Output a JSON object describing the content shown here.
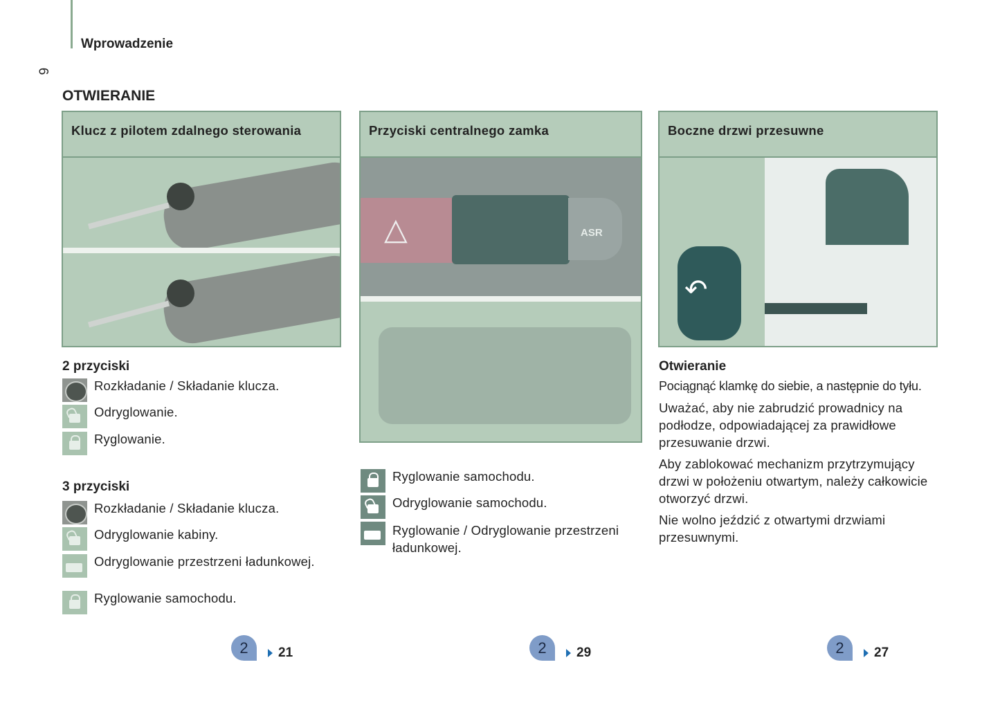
{
  "header": {
    "section": "Wprowadzenie",
    "page_number": "6"
  },
  "title": "OTWIERANIE",
  "col1": {
    "heading": "Klucz z pilotem zdalnego sterowania",
    "group1": {
      "title": "2 przyciski",
      "items": [
        "Rozkładanie / Składanie klucza.",
        "Odryglowanie.",
        "Ryglowanie."
      ]
    },
    "group2": {
      "title": "3 przyciski",
      "items": [
        "Rozkładanie / Składanie klucza.",
        "Odryglowanie kabiny.",
        "Odryglowanie przestrzeni ładunkowej.",
        "Ryglowanie samochodu."
      ]
    },
    "ref": {
      "chapter": "2",
      "page": "21"
    }
  },
  "col2": {
    "heading": "Przyciski centralnego zamka",
    "asr": "ASR",
    "items": [
      "Ryglowanie samochodu.",
      "Odryglowanie samochodu.",
      "Ryglowanie / Odryglowanie przestrzeni ładunkowej."
    ],
    "ref": {
      "chapter": "2",
      "page": "29"
    }
  },
  "col3": {
    "heading": "Boczne drzwi przesuwne",
    "subtitle": "Otwieranie",
    "paragraphs": [
      "Pociągnąć klamkę do siebie, a następnie do tyłu.",
      "Uważać, aby nie zabrudzić prowadnicy na podłodze, odpowiadającej za prawidłowe przesuwanie drzwi.",
      "Aby zablokować mechanizm przytrzymujący drzwi w położeniu otwartym, należy całkowicie otworzyć drzwi.",
      "Nie wolno jeździć z otwartymi drzwiami przesuwnymi."
    ],
    "ref": {
      "chapter": "2",
      "page": "27"
    }
  }
}
